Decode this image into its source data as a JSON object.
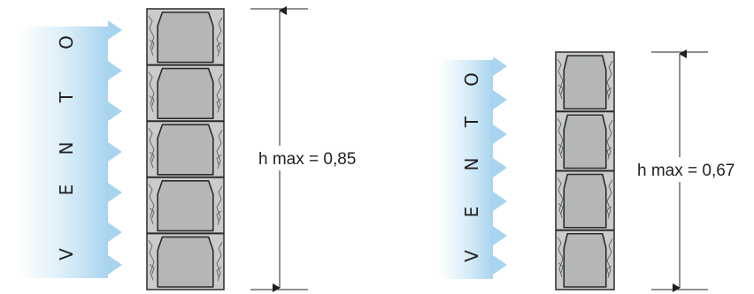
{
  "left": {
    "wind_letters": [
      "V",
      "E",
      "N",
      "T",
      "O"
    ],
    "height_label": "h max = 0,85",
    "block_count": 5
  },
  "right": {
    "wind_letters": [
      "V",
      "E",
      "N",
      "T",
      "O"
    ],
    "height_label": "h max = 0,67",
    "block_count": 4
  },
  "colors": {
    "wind_arrow": "#a8d4ef",
    "block_fill": "#c9cbcc",
    "block_face": "#b4b6b7",
    "joint": "#2b2b2b",
    "text": "#231f20"
  }
}
